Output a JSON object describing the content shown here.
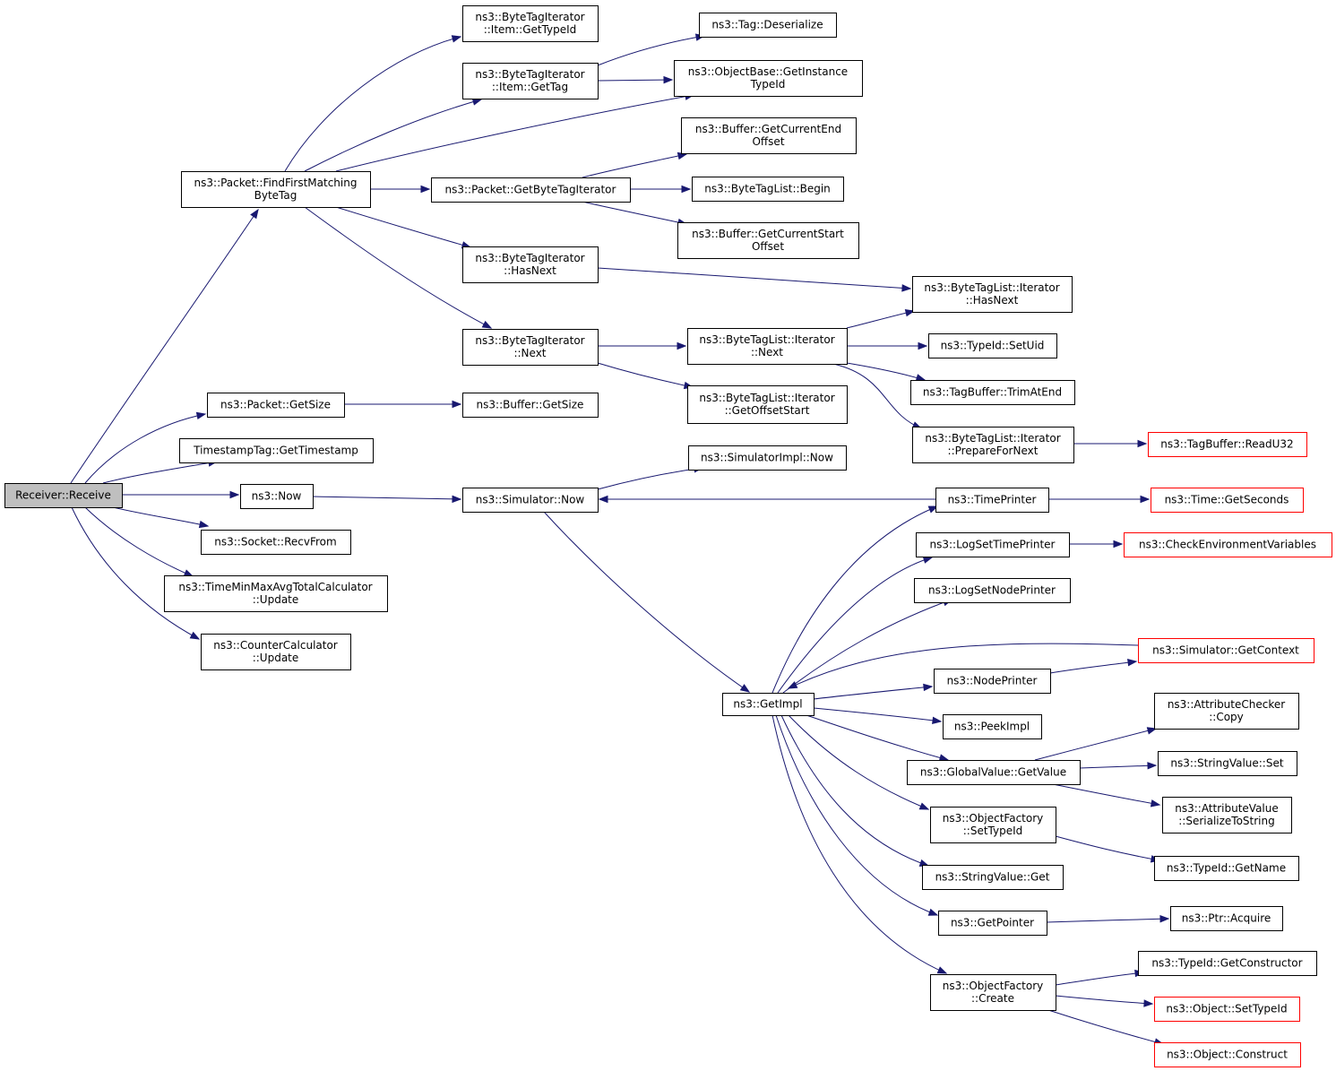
{
  "diagram": {
    "title": "",
    "nodes": [
      {
        "id": "root",
        "lines": [
          "Receiver::Receive"
        ],
        "style": "root"
      },
      {
        "id": "findFirst",
        "lines": [
          "ns3::Packet::FindFirstMatching",
          "ByteTag"
        ]
      },
      {
        "id": "pktGetSize",
        "lines": [
          "ns3::Packet::GetSize"
        ]
      },
      {
        "id": "tsGet",
        "lines": [
          "TimestampTag::GetTimestamp"
        ]
      },
      {
        "id": "now",
        "lines": [
          "ns3::Now"
        ]
      },
      {
        "id": "recvFrom",
        "lines": [
          "ns3::Socket::RecvFrom"
        ]
      },
      {
        "id": "tmmatcUpdate",
        "lines": [
          "ns3::TimeMinMaxAvgTotalCalculator",
          "::Update"
        ]
      },
      {
        "id": "ccUpdate",
        "lines": [
          "ns3::CounterCalculator",
          "::Update"
        ]
      },
      {
        "id": "btiGetTypeId",
        "lines": [
          "ns3::ByteTagIterator",
          "::Item::GetTypeId"
        ]
      },
      {
        "id": "btiGetTag",
        "lines": [
          "ns3::ByteTagIterator",
          "::Item::GetTag"
        ]
      },
      {
        "id": "getBTI",
        "lines": [
          "ns3::Packet::GetByteTagIterator"
        ]
      },
      {
        "id": "btiHasNext",
        "lines": [
          "ns3::ByteTagIterator",
          "::HasNext"
        ]
      },
      {
        "id": "btiNext",
        "lines": [
          "ns3::ByteTagIterator",
          "::Next"
        ]
      },
      {
        "id": "bufGetSize",
        "lines": [
          "ns3::Buffer::GetSize"
        ]
      },
      {
        "id": "simNow",
        "lines": [
          "ns3::Simulator::Now"
        ]
      },
      {
        "id": "tagDeser",
        "lines": [
          "ns3::Tag::Deserialize"
        ]
      },
      {
        "id": "objBase",
        "lines": [
          "ns3::ObjectBase::GetInstance",
          "TypeId"
        ]
      },
      {
        "id": "bufEnd",
        "lines": [
          "ns3::Buffer::GetCurrentEnd",
          "Offset"
        ]
      },
      {
        "id": "btlBegin",
        "lines": [
          "ns3::ByteTagList::Begin"
        ]
      },
      {
        "id": "bufStart",
        "lines": [
          "ns3::Buffer::GetCurrentStart",
          "Offset"
        ]
      },
      {
        "id": "btliNext",
        "lines": [
          "ns3::ByteTagList::Iterator",
          "::Next"
        ]
      },
      {
        "id": "btliOffset",
        "lines": [
          "ns3::ByteTagList::Iterator",
          "::GetOffsetStart"
        ]
      },
      {
        "id": "simImplNow",
        "lines": [
          "ns3::SimulatorImpl::Now"
        ]
      },
      {
        "id": "getImpl",
        "lines": [
          "ns3::GetImpl"
        ]
      },
      {
        "id": "btliHasNext",
        "lines": [
          "ns3::ByteTagList::Iterator",
          "::HasNext"
        ]
      },
      {
        "id": "setUid",
        "lines": [
          "ns3::TypeId::SetUid"
        ]
      },
      {
        "id": "trimAtEnd",
        "lines": [
          "ns3::TagBuffer::TrimAtEnd"
        ]
      },
      {
        "id": "prepNext",
        "lines": [
          "ns3::ByteTagList::Iterator",
          "::PrepareForNext"
        ]
      },
      {
        "id": "timePrinter",
        "lines": [
          "ns3::TimePrinter"
        ]
      },
      {
        "id": "logSetTime",
        "lines": [
          "ns3::LogSetTimePrinter"
        ]
      },
      {
        "id": "logSetNode",
        "lines": [
          "ns3::LogSetNodePrinter"
        ]
      },
      {
        "id": "simGetCtx",
        "lines": [
          "ns3::Simulator::GetContext"
        ],
        "style": "red"
      },
      {
        "id": "nodePrinter",
        "lines": [
          "ns3::NodePrinter"
        ]
      },
      {
        "id": "peekImpl",
        "lines": [
          "ns3::PeekImpl"
        ]
      },
      {
        "id": "gvGetValue",
        "lines": [
          "ns3::GlobalValue::GetValue"
        ]
      },
      {
        "id": "ofSetTypeId",
        "lines": [
          "ns3::ObjectFactory",
          "::SetTypeId"
        ]
      },
      {
        "id": "svGet",
        "lines": [
          "ns3::StringValue::Get"
        ]
      },
      {
        "id": "getPointer",
        "lines": [
          "ns3::GetPointer"
        ]
      },
      {
        "id": "ofCreate",
        "lines": [
          "ns3::ObjectFactory",
          "::Create"
        ]
      },
      {
        "id": "readU32",
        "lines": [
          "ns3::TagBuffer::ReadU32"
        ],
        "style": "red"
      },
      {
        "id": "getSeconds",
        "lines": [
          "ns3::Time::GetSeconds"
        ],
        "style": "red"
      },
      {
        "id": "checkEnv",
        "lines": [
          "ns3::CheckEnvironmentVariables"
        ],
        "style": "red"
      },
      {
        "id": "acCopy",
        "lines": [
          "ns3::AttributeChecker",
          "::Copy"
        ]
      },
      {
        "id": "svSet",
        "lines": [
          "ns3::StringValue::Set"
        ]
      },
      {
        "id": "avSer",
        "lines": [
          "ns3::AttributeValue",
          "::SerializeToString"
        ]
      },
      {
        "id": "tidGetName",
        "lines": [
          "ns3::TypeId::GetName"
        ]
      },
      {
        "id": "ptrAcquire",
        "lines": [
          "ns3::Ptr::Acquire"
        ]
      },
      {
        "id": "tidGetCtor",
        "lines": [
          "ns3::TypeId::GetConstructor"
        ]
      },
      {
        "id": "objSetTypeId",
        "lines": [
          "ns3::Object::SetTypeId"
        ],
        "style": "red"
      },
      {
        "id": "objConstruct",
        "lines": [
          "ns3::Object::Construct"
        ],
        "style": "red"
      }
    ],
    "edges": [
      [
        "root",
        "findFirst"
      ],
      [
        "root",
        "pktGetSize"
      ],
      [
        "root",
        "tsGet"
      ],
      [
        "root",
        "now"
      ],
      [
        "root",
        "recvFrom"
      ],
      [
        "root",
        "tmmatcUpdate"
      ],
      [
        "root",
        "ccUpdate"
      ],
      [
        "findFirst",
        "btiGetTypeId"
      ],
      [
        "findFirst",
        "btiGetTag"
      ],
      [
        "findFirst",
        "objBase"
      ],
      [
        "findFirst",
        "getBTI"
      ],
      [
        "findFirst",
        "btiHasNext"
      ],
      [
        "findFirst",
        "btiNext"
      ],
      [
        "btiGetTag",
        "tagDeser"
      ],
      [
        "btiGetTag",
        "objBase"
      ],
      [
        "getBTI",
        "bufEnd"
      ],
      [
        "getBTI",
        "btlBegin"
      ],
      [
        "getBTI",
        "bufStart"
      ],
      [
        "btiHasNext",
        "btliHasNext"
      ],
      [
        "btiNext",
        "btliNext"
      ],
      [
        "btiNext",
        "btliOffset"
      ],
      [
        "btliNext",
        "btliHasNext"
      ],
      [
        "btliNext",
        "setUid"
      ],
      [
        "btliNext",
        "trimAtEnd"
      ],
      [
        "btliNext",
        "prepNext"
      ],
      [
        "prepNext",
        "readU32"
      ],
      [
        "pktGetSize",
        "bufGetSize"
      ],
      [
        "now",
        "simNow"
      ],
      [
        "simNow",
        "simImplNow"
      ],
      [
        "simNow",
        "getImpl"
      ],
      [
        "timePrinter",
        "simNow"
      ],
      [
        "timePrinter",
        "getSeconds"
      ],
      [
        "logSetTime",
        "checkEnv"
      ],
      [
        "simGetCtx",
        "getImpl"
      ],
      [
        "nodePrinter",
        "simGetCtx"
      ],
      [
        "getImpl",
        "timePrinter"
      ],
      [
        "getImpl",
        "logSetTime"
      ],
      [
        "getImpl",
        "logSetNode"
      ],
      [
        "getImpl",
        "nodePrinter"
      ],
      [
        "getImpl",
        "peekImpl"
      ],
      [
        "getImpl",
        "gvGetValue"
      ],
      [
        "getImpl",
        "ofSetTypeId"
      ],
      [
        "getImpl",
        "svGet"
      ],
      [
        "getImpl",
        "getPointer"
      ],
      [
        "getImpl",
        "ofCreate"
      ],
      [
        "gvGetValue",
        "acCopy"
      ],
      [
        "gvGetValue",
        "svSet"
      ],
      [
        "gvGetValue",
        "avSer"
      ],
      [
        "ofSetTypeId",
        "tidGetName"
      ],
      [
        "getPointer",
        "ptrAcquire"
      ],
      [
        "ofCreate",
        "tidGetCtor"
      ],
      [
        "ofCreate",
        "objSetTypeId"
      ],
      [
        "ofCreate",
        "objConstruct"
      ]
    ],
    "colors": {
      "edge": "#191970",
      "root_fill": "#bfbfbf",
      "node_border": "#000000",
      "truncated_border": "#ff0000"
    }
  }
}
